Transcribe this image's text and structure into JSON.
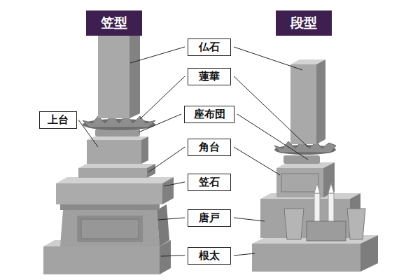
{
  "diagram": {
    "nodes": [
      {
        "text": [
          "笠型"
        ]
      },
      {
        "text": [
          "段型"
        ]
      },
      {
        "text": [
          "仏石"
        ]
      },
      {
        "text": [
          "蓮華"
        ]
      },
      {
        "text": [
          "座布団"
        ]
      },
      {
        "text": [
          "上台"
        ]
      },
      {
        "text": [
          "角台"
        ]
      },
      {
        "text": [
          "笠石"
        ]
      },
      {
        "text": [
          "唐戸"
        ]
      },
      {
        "text": [
          "根太"
        ]
      }
    ]
  }
}
